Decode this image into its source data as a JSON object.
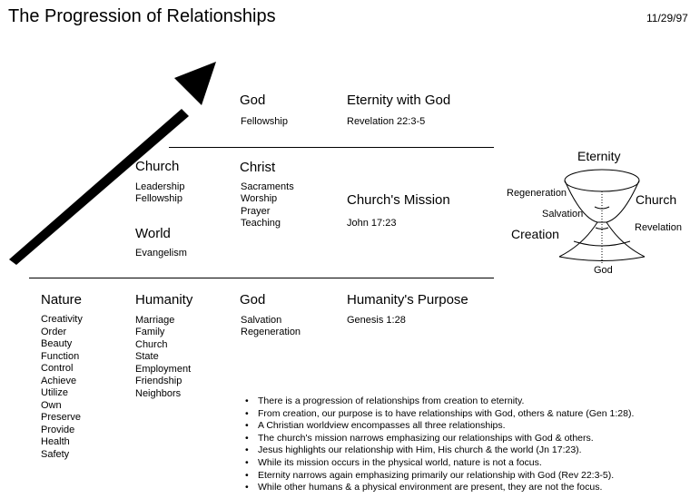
{
  "title": "The Progression of Relationships",
  "date": "11/29/97",
  "top_row": {
    "god_heading": "God",
    "god_items": [
      "Fellowship"
    ],
    "eternity_heading": "Eternity with God",
    "eternity_ref": "Revelation 22:3-5"
  },
  "middle_row": {
    "church_heading": "Church",
    "church_items": [
      "Leadership",
      "Fellowship"
    ],
    "world_heading": "World",
    "world_items": [
      "Evangelism"
    ],
    "christ_heading": "Christ",
    "christ_items": [
      "Sacraments",
      "Worship",
      "Prayer",
      "Teaching"
    ],
    "mission_heading": "Church's Mission",
    "mission_ref": "John 17:23"
  },
  "bottom_row": {
    "nature_heading": "Nature",
    "nature_items": [
      "Creativity",
      "Order",
      "Beauty",
      "Function",
      "Control",
      "Achieve",
      "Utilize",
      "Own",
      "Preserve",
      "Provide",
      "Health",
      "Safety"
    ],
    "humanity_heading": "Humanity",
    "humanity_items": [
      "Marriage",
      "Family",
      "Church",
      "State",
      "Employment",
      "Friendship",
      "Neighbors"
    ],
    "god_heading": "God",
    "god_items": [
      "Salvation",
      "Regeneration"
    ],
    "purpose_heading": "Humanity's Purpose",
    "purpose_ref": "Genesis 1:28"
  },
  "hourglass": {
    "eternity": "Eternity",
    "regeneration": "Regeneration",
    "church": "Church",
    "salvation": "Salvation",
    "revelation": "Revelation",
    "creation": "Creation",
    "god": "God"
  },
  "notes": [
    "There is a progression of relationships from creation to eternity.",
    "From creation, our purpose is to have relationships with God, others & nature (Gen 1:28).",
    "A Christian worldview encompasses all three relationships.",
    "The church's mission narrows emphasizing our relationships with God & others.",
    "Jesus highlights our relationship with Him, His church & the world (Jn 17:23).",
    "While its mission occurs in the physical world, nature is not a focus.",
    "Eternity narrows again emphasizing primarily our relationship with God (Rev 22:3-5).",
    "While other humans & a physical environment are present, they are not the focus."
  ]
}
